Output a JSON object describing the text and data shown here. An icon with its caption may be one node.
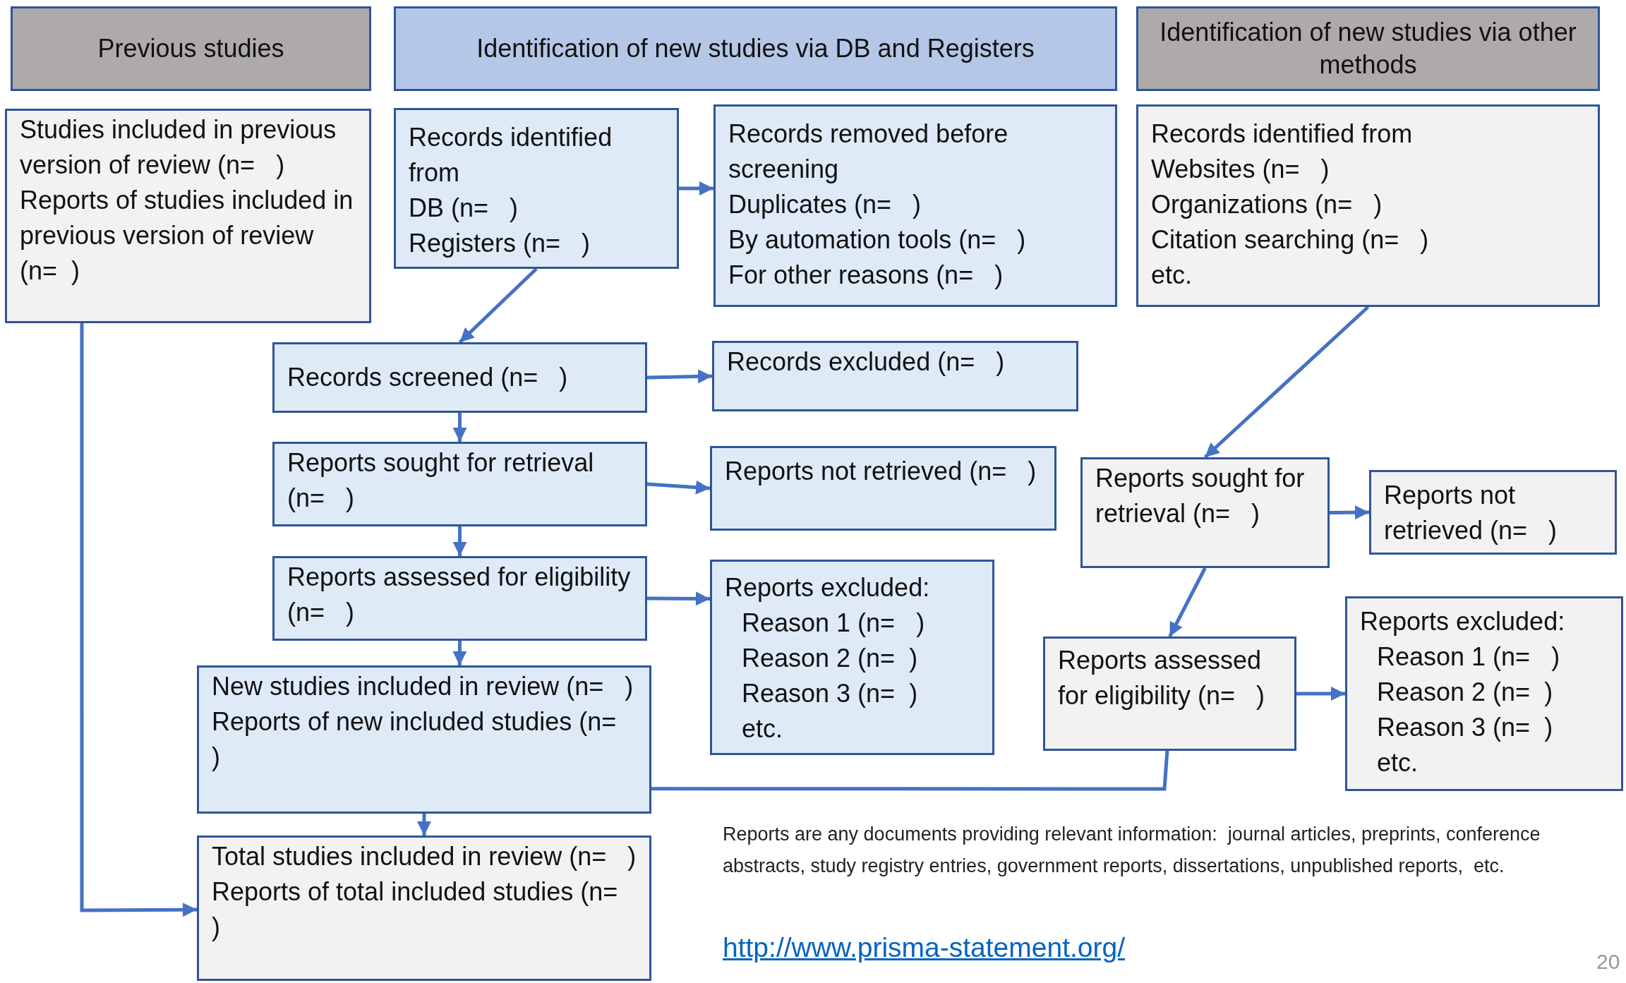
{
  "diagram": {
    "nodes": [
      {
        "text": [
          "Previous studies"
        ]
      },
      {
        "text": [
          "Identification of new studies via DB and Registers"
        ]
      },
      {
        "text": [
          "Identification of new studies via other methods"
        ]
      },
      {
        "text": [
          "Studies included in previous version of review (n=   )",
          "Reports of studies included in previous version of review (n=  )"
        ]
      },
      {
        "text": [
          "Records identified from",
          "DB (n=   )",
          "Registers (n=   )"
        ]
      },
      {
        "text": [
          "Records removed before screening",
          "Duplicates (n=   )",
          "By automation tools (n=   )",
          "For other reasons (n=   )"
        ]
      },
      {
        "text": [
          "Records identified from",
          "Websites (n=   )",
          "Organizations (n=   )",
          "Citation searching (n=   )",
          "etc."
        ]
      },
      {
        "text": [
          "Records screened (n=   )"
        ]
      },
      {
        "text": [
          "Records excluded (n=   )"
        ]
      },
      {
        "text": [
          "Reports sought for retrieval (n=   )"
        ]
      },
      {
        "text": [
          "Reports not retrieved (n=   )"
        ]
      },
      {
        "text": [
          "Reports sought for retrieval (n=   )"
        ]
      },
      {
        "text": [
          "Reports not retrieved (n=   )"
        ]
      },
      {
        "text": [
          "Reports assessed for eligibility (n=   )"
        ]
      },
      {
        "text": [
          "Reports excluded:",
          "Reason 1 (n=   )",
          "Reason 2 (n=  )",
          "Reason 3 (n=  )",
          "etc."
        ]
      },
      {
        "text": [
          "Reports assessed for eligibility (n=   )"
        ]
      },
      {
        "text": [
          "Reports excluded:",
          "Reason 1 (n=   )",
          "Reason 2 (n=  )",
          "Reason 3 (n=  )",
          "etc."
        ]
      },
      {
        "text": [
          "New studies included in review (n=   )",
          "Reports of new included studies (n=  )"
        ]
      },
      {
        "text": [
          "Total studies included in review (n=   )",
          "Reports of total included studies (n=  )"
        ]
      }
    ],
    "edges": [
      {
        "from": 4,
        "to": 5,
        "arrow": "to"
      },
      {
        "from": 4,
        "to": 7,
        "arrow": "to"
      },
      {
        "from": 7,
        "to": 8,
        "arrow": "to"
      },
      {
        "from": 7,
        "to": 9,
        "arrow": "to"
      },
      {
        "from": 9,
        "to": 10,
        "arrow": "to"
      },
      {
        "from": 9,
        "to": 13,
        "arrow": "to"
      },
      {
        "from": 13,
        "to": 14,
        "arrow": "to"
      },
      {
        "from": 13,
        "to": 17,
        "arrow": "to"
      },
      {
        "from": 6,
        "to": 11,
        "arrow": "to"
      },
      {
        "from": 11,
        "to": 12,
        "arrow": "to"
      },
      {
        "from": 11,
        "to": 15,
        "arrow": "to"
      },
      {
        "from": 15,
        "to": 16,
        "arrow": "to"
      },
      {
        "from": 15,
        "to": 17,
        "arrow": "to"
      },
      {
        "from": 17,
        "to": 18,
        "arrow": "to"
      },
      {
        "from": 3,
        "to": 18,
        "arrow": "to"
      }
    ],
    "labels": [
      "Reports are any documents providing relevant information:  journal articles, preprints, conference abstracts, study registry entries, government reports, dissertations, unpublished reports,  etc.",
      "http://www.prisma-statement.org/",
      "20"
    ]
  }
}
